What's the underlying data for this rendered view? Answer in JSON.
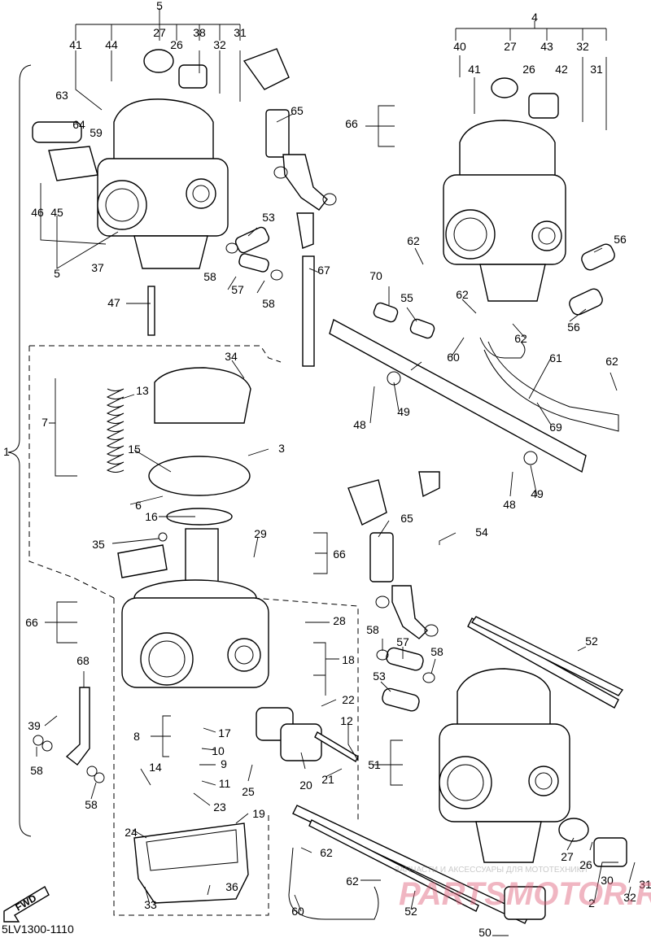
{
  "diagram": {
    "code": "5LV1300-1110",
    "fwd_label": "FWD",
    "watermark_caption": "ЗАПЧАСТИ И АКСЕССУАРЫ ДЛЯ МОТОТЕХНИКИ",
    "watermark_brand": "PARTSMOTOR.RU",
    "callouts": [
      "5",
      "41",
      "44",
      "27",
      "26",
      "38",
      "32",
      "31",
      "63",
      "64",
      "59",
      "46",
      "45",
      "5",
      "37",
      "47",
      "65",
      "53",
      "58",
      "57",
      "58",
      "67",
      "4",
      "40",
      "27",
      "26",
      "43",
      "42",
      "32",
      "31",
      "41",
      "66",
      "56",
      "62",
      "70",
      "55",
      "62",
      "62",
      "56",
      "60",
      "61",
      "62",
      "48",
      "49",
      "69",
      "48",
      "49",
      "34",
      "13",
      "7",
      "15",
      "3",
      "6",
      "16",
      "35",
      "29",
      "66",
      "54",
      "65",
      "66",
      "28",
      "58",
      "57",
      "58",
      "53",
      "18",
      "22",
      "52",
      "12",
      "68",
      "39",
      "58",
      "8",
      "17",
      "10",
      "9",
      "11",
      "25",
      "20",
      "21",
      "51",
      "14",
      "58",
      "23",
      "19",
      "24",
      "62",
      "27",
      "26",
      "30",
      "31",
      "36",
      "33",
      "62",
      "52",
      "60",
      "50",
      "32",
      "2",
      "1"
    ]
  }
}
